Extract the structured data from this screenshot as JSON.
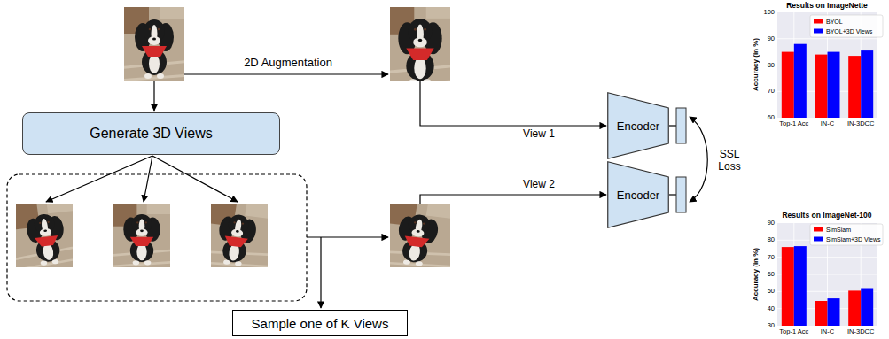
{
  "diagram": {
    "nodes": [
      {
        "text": [
          "Generate 3D Views"
        ]
      },
      {
        "text": [
          "Encoder"
        ]
      },
      {
        "text": [
          "Encoder"
        ]
      },
      {
        "text": [
          "Sample one of K Views"
        ]
      }
    ],
    "labels": [
      "2D Augmentation",
      "View 1",
      "View 2",
      "SSL Loss",
      "Results on ImageNette",
      "Accuracy (in %)",
      "100",
      "90",
      "80",
      "70",
      "60",
      "Top-1 Acc",
      "IN-C",
      "IN-3DCC",
      "Results on ImageNet-100",
      "Accuracy (in %)",
      "90",
      "80",
      "70",
      "60",
      "50",
      "40",
      "30",
      "Top-1 Acc",
      "IN-C",
      "IN-3DCC"
    ],
    "legend": [
      {
        "text": "BYOL",
        "color": "#ff0000"
      },
      {
        "text": "BYOL+3D Views",
        "color": "#0000ff"
      },
      {
        "text": "SimSiam",
        "color": "#ff0000"
      },
      {
        "text": "SimSiam+3D Views",
        "color": "#0000ff"
      }
    ]
  }
}
